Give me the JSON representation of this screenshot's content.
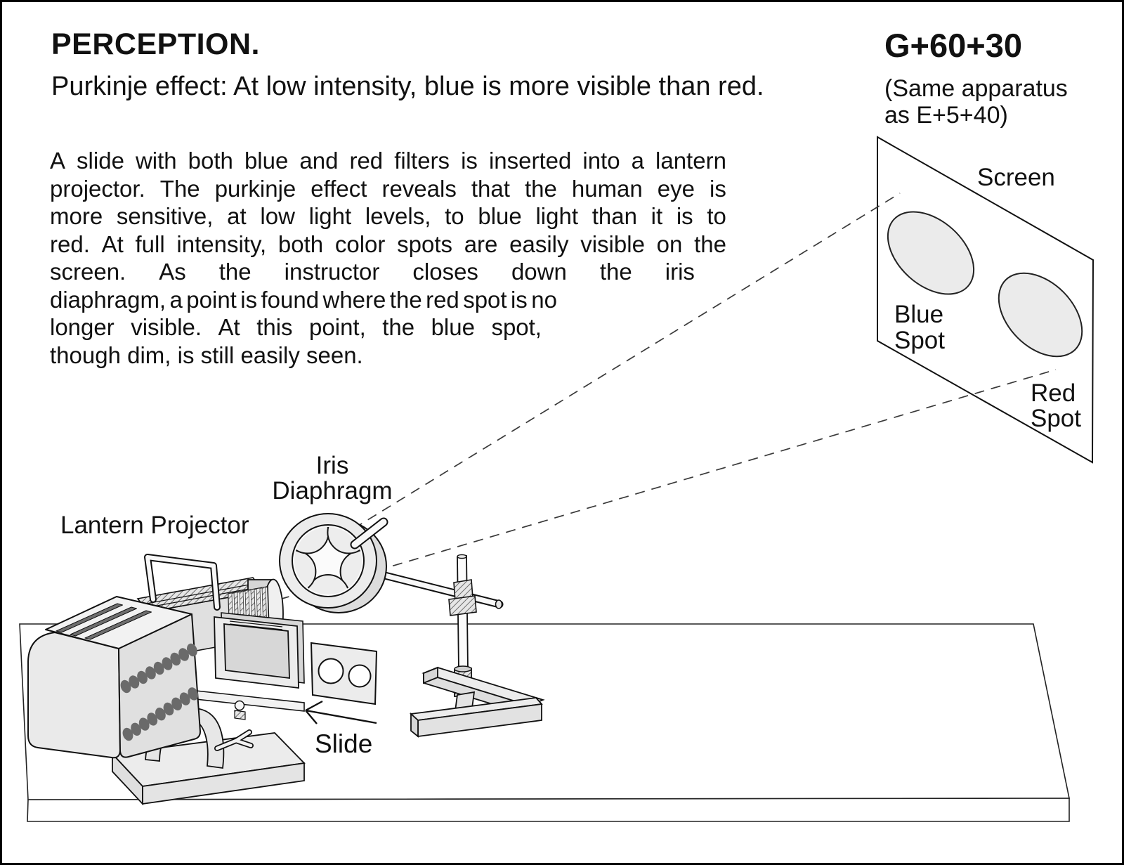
{
  "page": {
    "title": "PERCEPTION.",
    "code": "G+60+30",
    "subtitle": "Purkinje effect: At low intensity, blue is more visible than red.",
    "apparatus_note": [
      "(Same apparatus",
      "as E+5+40)"
    ],
    "body_lines": [
      "A slide with both blue and red filters is inserted into a lantern",
      "projector.  The purkinje effect reveals that the human eye is",
      "more sensitive, at low light levels, to blue light than it is to",
      "red.  At full intensity, both color spots are easily visible on the",
      "screen.  As the instructor closes down the iris",
      "diaphragm, a point is found where the red spot is no",
      "longer visible.  At this point, the blue spot,",
      "though dim, is still easily seen."
    ]
  },
  "diagram": {
    "labels": {
      "screen": "Screen",
      "blue_spot_1": "Blue",
      "blue_spot_2": "Spot",
      "red_spot_1": "Red",
      "red_spot_2": "Spot",
      "iris_1": "Iris",
      "iris_2": "Diaphragm",
      "lantern": "Lantern Projector",
      "slide": "Slide"
    },
    "colors": {
      "ink": "#111111",
      "paper": "#ffffff",
      "light_gray": "#ececec",
      "mid_gray": "#d8d8d8",
      "dark_gray": "#6b6b6b"
    }
  }
}
